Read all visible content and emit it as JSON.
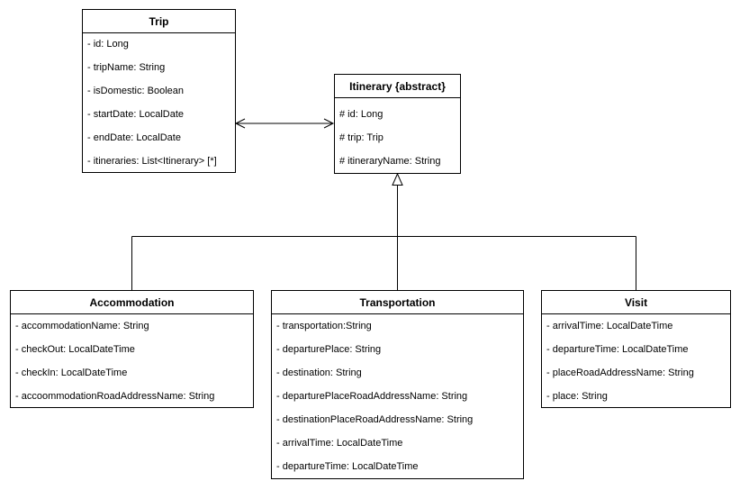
{
  "classes": {
    "trip": {
      "name": "Trip",
      "attributes": [
        "- id: Long",
        "- tripName: String",
        "- isDomestic: Boolean",
        "- startDate: LocalDate",
        "- endDate: LocalDate",
        "- itineraries: List<Itinerary> [*]"
      ]
    },
    "itinerary": {
      "name": "Itinerary {abstract}",
      "attributes": [
        "# id: Long",
        "# trip: Trip",
        "# itineraryName: String"
      ]
    },
    "accommodation": {
      "name": "Accommodation",
      "attributes": [
        "- accommodationName: String",
        "- checkOut: LocalDateTime",
        "- checkIn: LocalDateTime",
        "- accoommodationRoadAddressName: String"
      ]
    },
    "transportation": {
      "name": "Transportation",
      "attributes": [
        "- transportation:String",
        "- departurePlace: String",
        "- destination: String",
        "- departurePlaceRoadAddressName: String",
        "- destinationPlaceRoadAddressName: String",
        "- arrivalTime: LocalDateTime",
        "- departureTime: LocalDateTime"
      ]
    },
    "visit": {
      "name": "Visit",
      "attributes": [
        "- arrivalTime: LocalDateTime",
        "- departureTime: LocalDateTime",
        "- placeRoadAddressName: String",
        "- place: String"
      ]
    }
  },
  "relations": [
    {
      "type": "bidirectional-association",
      "from": "Trip",
      "to": "Itinerary {abstract}"
    },
    {
      "type": "generalization",
      "from": "Accommodation",
      "to": "Itinerary {abstract}"
    },
    {
      "type": "generalization",
      "from": "Transportation",
      "to": "Itinerary {abstract}"
    },
    {
      "type": "generalization",
      "from": "Visit",
      "to": "Itinerary {abstract}"
    }
  ]
}
